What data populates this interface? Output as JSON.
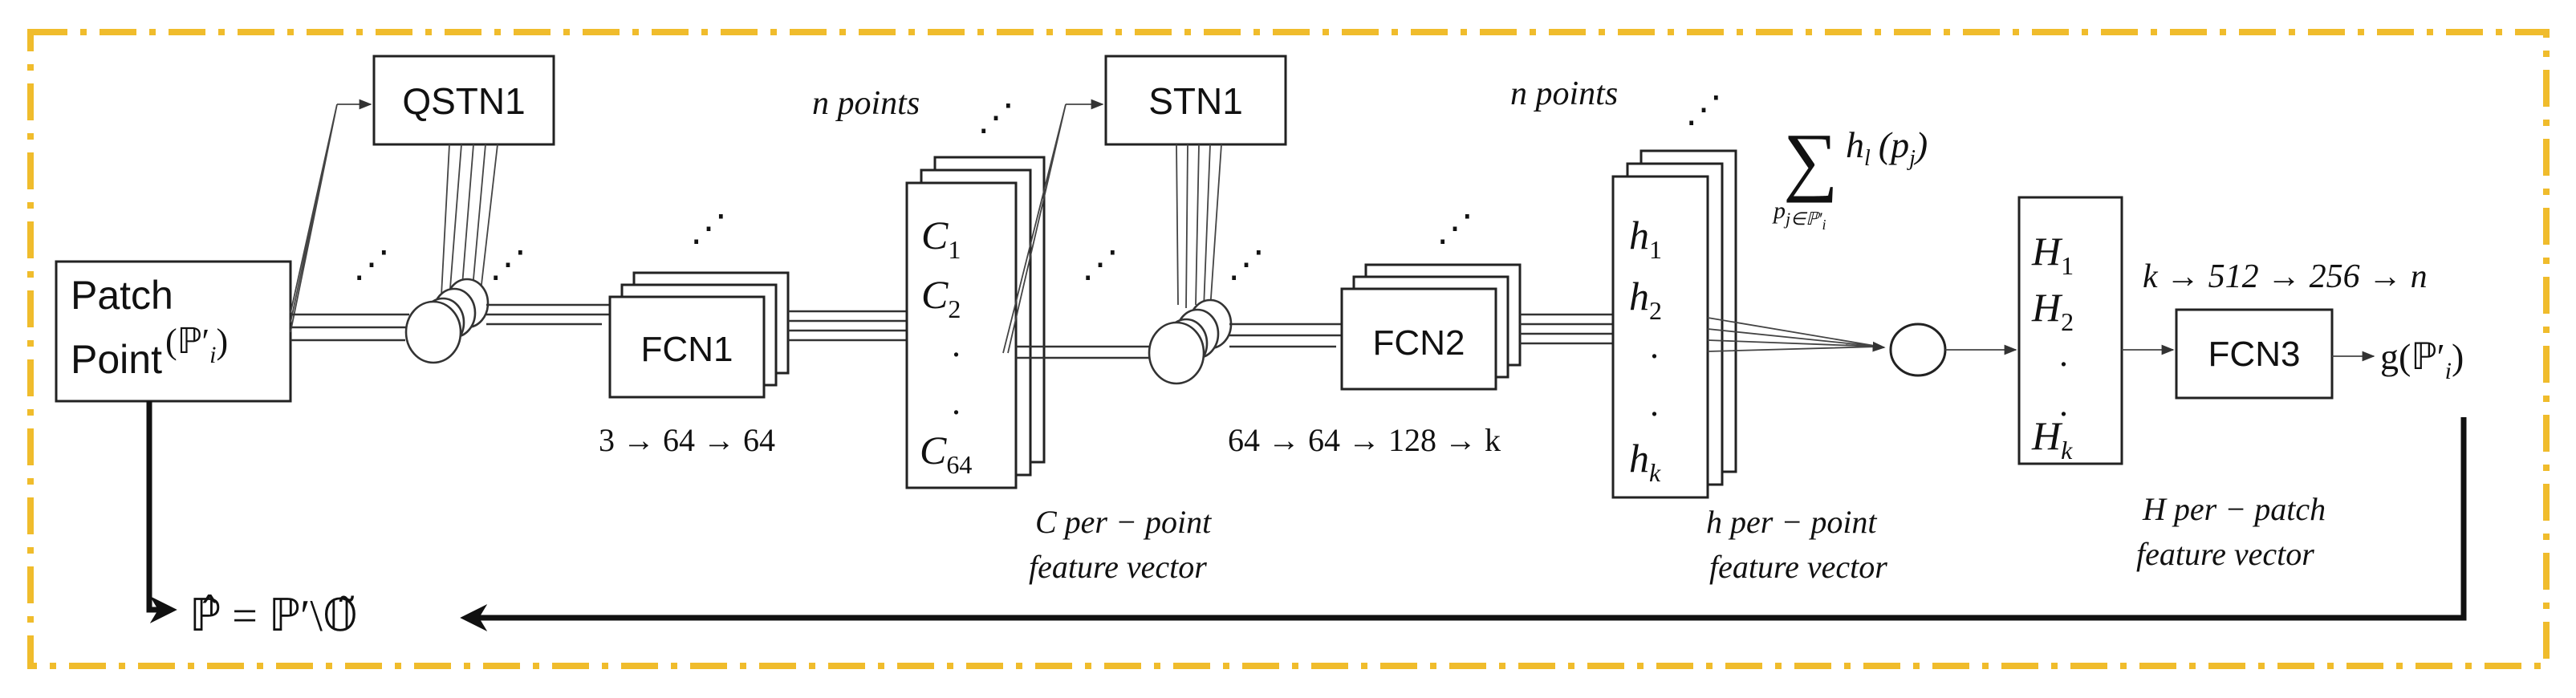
{
  "colors": {
    "border": "#f0bc2c",
    "ink": "#111111",
    "background": "#ffffff"
  },
  "input": {
    "line1": "Patch",
    "line2": "Point",
    "set": "(ℙ′",
    "sub": "i",
    "close": ")"
  },
  "qstn": {
    "label": "QSTN1"
  },
  "stn": {
    "label": "STN1"
  },
  "fcn1": {
    "label": "FCN1",
    "dims": "3 → 64 → 64"
  },
  "fcn2": {
    "label": "FCN2",
    "dims": "64 → 64 → 128 → k"
  },
  "fcn3": {
    "label": "FCN3",
    "dims": "k → 512 → 256 → n"
  },
  "feat_c": {
    "n_points": "n points",
    "items": [
      {
        "base": "C",
        "sub": "1"
      },
      {
        "base": "C",
        "sub": "2"
      },
      {
        "base": "C",
        "sub": "64"
      }
    ],
    "dot": ".",
    "caption1": "C per − point",
    "caption2": "feature vector"
  },
  "feat_h": {
    "n_points": "n points",
    "items": [
      {
        "base": "h",
        "sub": "1"
      },
      {
        "base": "h",
        "sub": "2"
      },
      {
        "base": "h",
        "sub": "k"
      }
    ],
    "dot": ".",
    "caption1": "h per − point",
    "caption2": "feature vector"
  },
  "sum": {
    "symbol": "∑",
    "term": "h",
    "term_sub": "l",
    "arg": "(p",
    "arg_sub": "j",
    "arg_close": ")",
    "below": "p",
    "below_sub": "j∈ℙ′",
    "below_sub2": "i"
  },
  "patch_feat": {
    "items": [
      {
        "base": "H",
        "sub": "1"
      },
      {
        "base": "H",
        "sub": "2"
      },
      {
        "base": "H",
        "sub": "k"
      }
    ],
    "dot": ".",
    "caption1": "H per − patch",
    "caption2": "feature vector"
  },
  "output": {
    "text": "g(ℙ′",
    "sub": "i",
    "close": ")"
  },
  "result": {
    "text": "ℙ̂ = ℙ′\\𝕆̃"
  },
  "ellipsis": "⋰"
}
